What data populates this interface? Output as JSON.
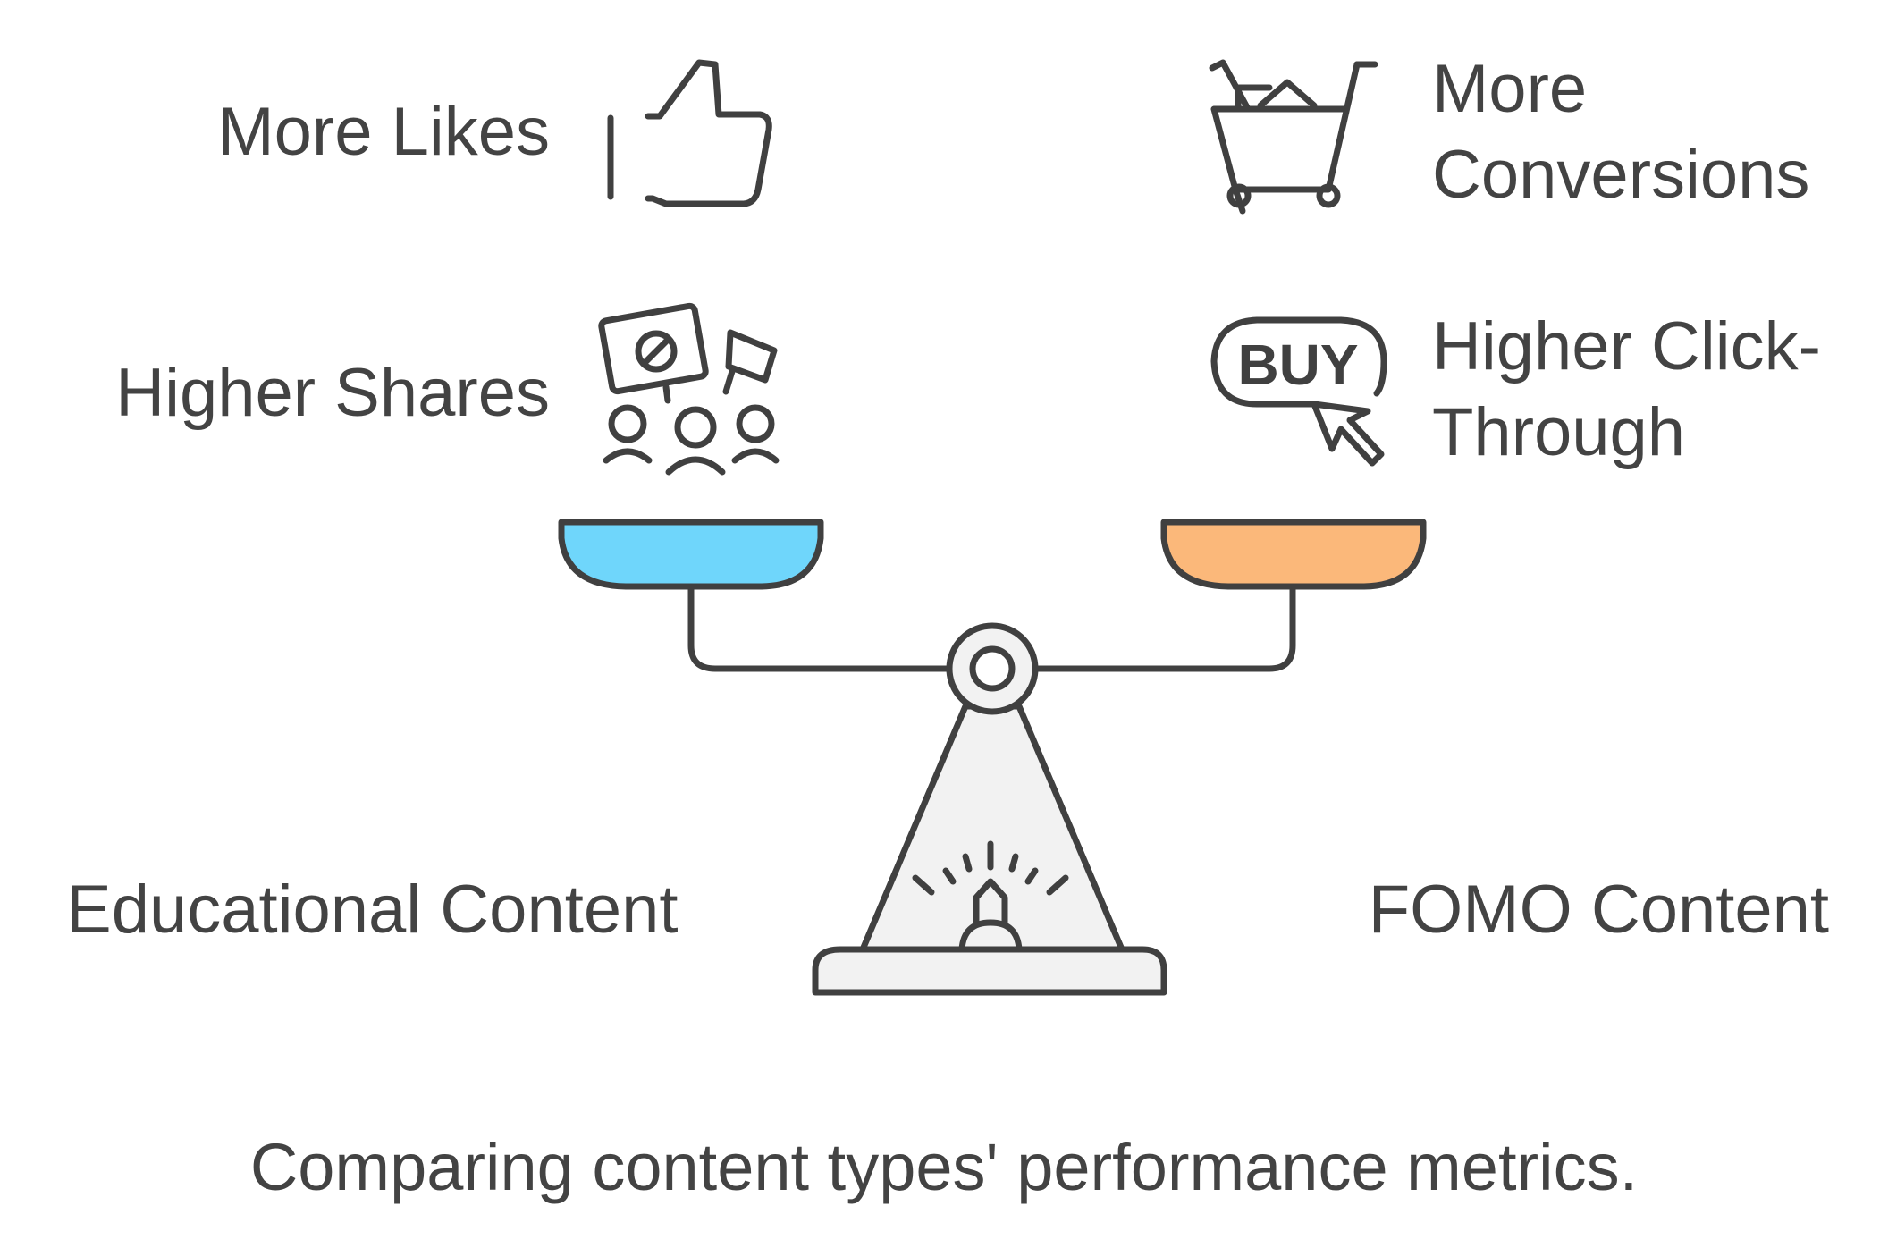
{
  "labels": {
    "likes": "More Likes",
    "shares": "Higher Shares",
    "conversions_line1": "More",
    "conversions_line2": "Conversions",
    "clickthrough_line1": "Higher Click-",
    "clickthrough_line2": "Through",
    "educational": "Educational Content",
    "fomo": "FOMO Content"
  },
  "buy_sign": "BUY",
  "caption": "Comparing content types' performance metrics.",
  "colors": {
    "left_pan": "#6FD6FB",
    "right_pan": "#FBB87A",
    "stroke": "#404040",
    "base_fill": "#F2F2F2"
  }
}
